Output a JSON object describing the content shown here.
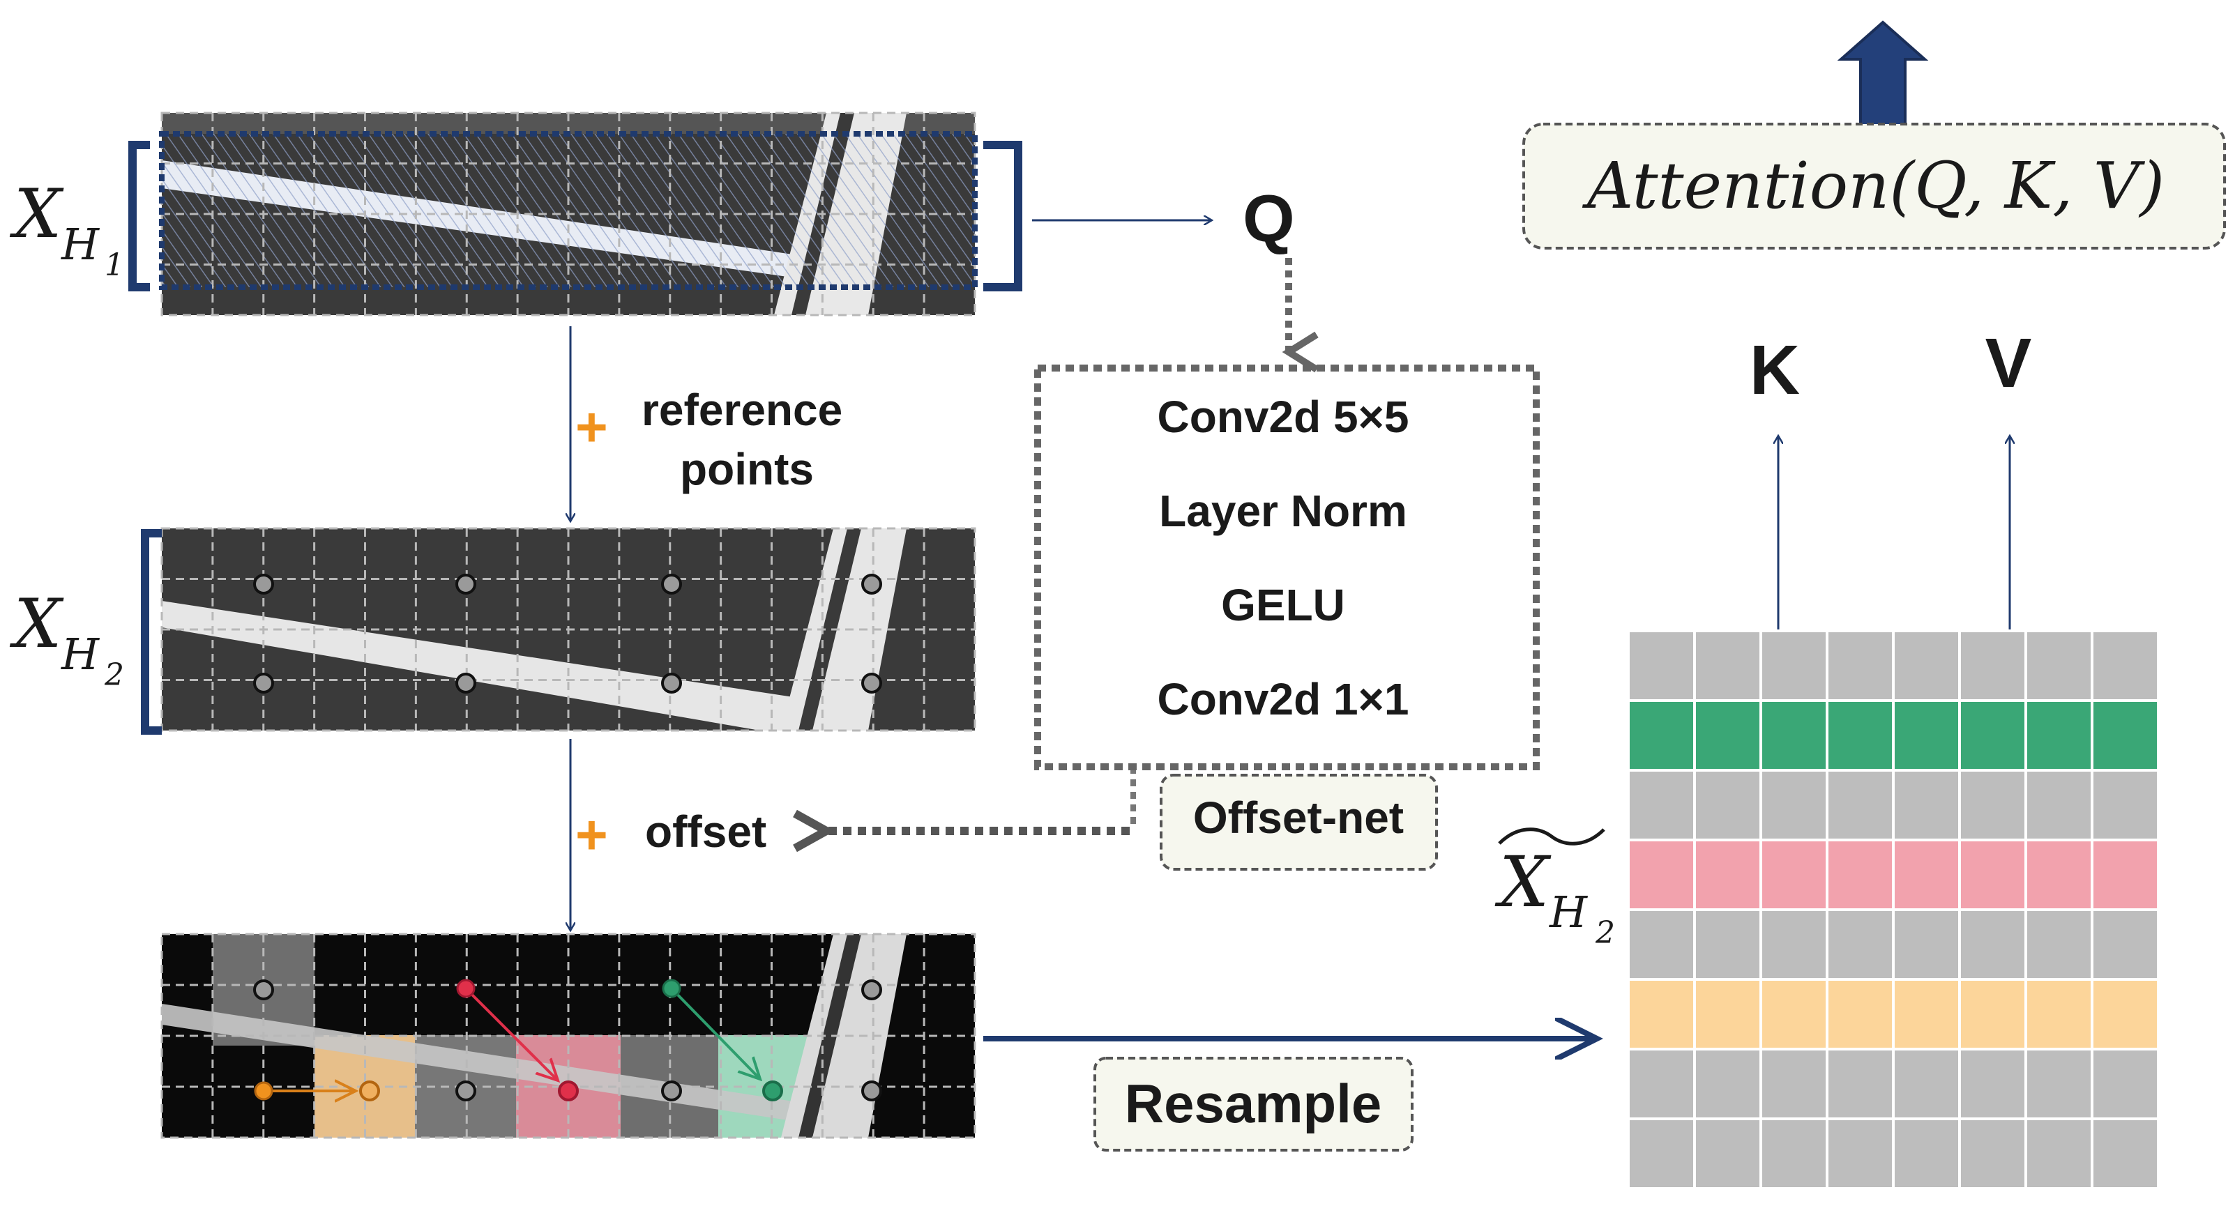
{
  "inputs": {
    "x_h1": {
      "base": "X",
      "sub": "H",
      "subsub": "1"
    },
    "x_h2": {
      "base": "X",
      "sub": "H",
      "subsub": "2"
    },
    "x_h2_tilde": {
      "base": "X",
      "sub": "H",
      "subsub": "2"
    }
  },
  "steps": {
    "plus": "+",
    "reference": "reference",
    "points": "points",
    "offset": "offset",
    "resample": "Resample"
  },
  "qkv": {
    "q": "Q",
    "k": "K",
    "v": "V"
  },
  "attention": "Attention(Q, K, V)",
  "offset_net": {
    "title": "Offset-net",
    "layers": [
      "Conv2d  5×5",
      "Layer Norm",
      "GELU",
      "Conv2d 1×1"
    ]
  },
  "colors": {
    "navy": "#1f3a6e",
    "orange": "#f0921e",
    "red": "#e0304a",
    "green": "#2e9e6e",
    "tile_gray": "#bdbdbd",
    "band_green": "#3aa776",
    "band_pink": "#f2a2ad",
    "band_yellow": "#fcd59a",
    "box_fill": "#f6f7ee"
  }
}
